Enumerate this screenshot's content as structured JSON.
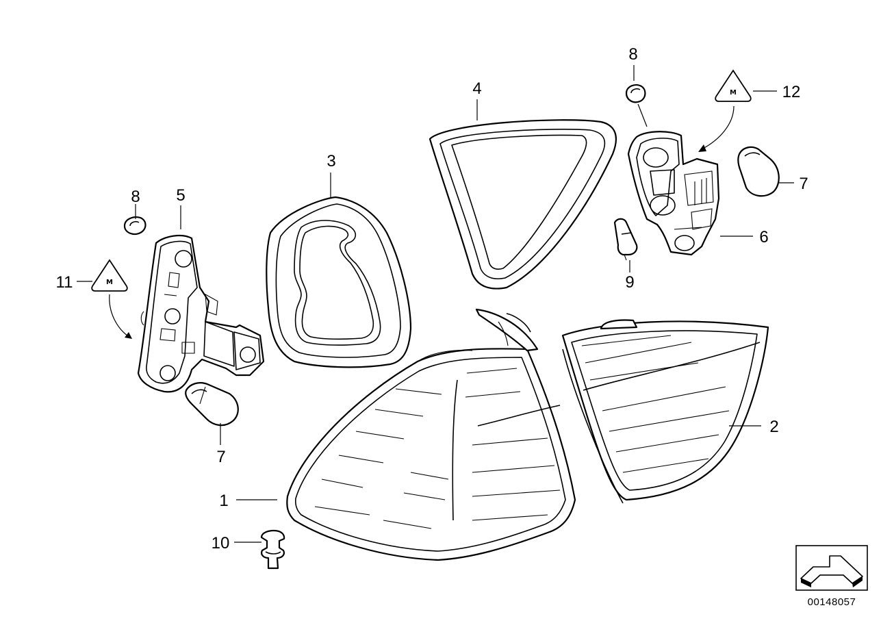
{
  "callouts": {
    "c1": "1",
    "c2": "2",
    "c3": "3",
    "c4": "4",
    "c5": "5",
    "c6": "6",
    "c7_left": "7",
    "c7_right": "7",
    "c8_left": "8",
    "c8_right": "8",
    "c9": "9",
    "c10": "10",
    "c11": "11",
    "c12": "12"
  },
  "symbol_text": "M",
  "document_id": "00148057"
}
